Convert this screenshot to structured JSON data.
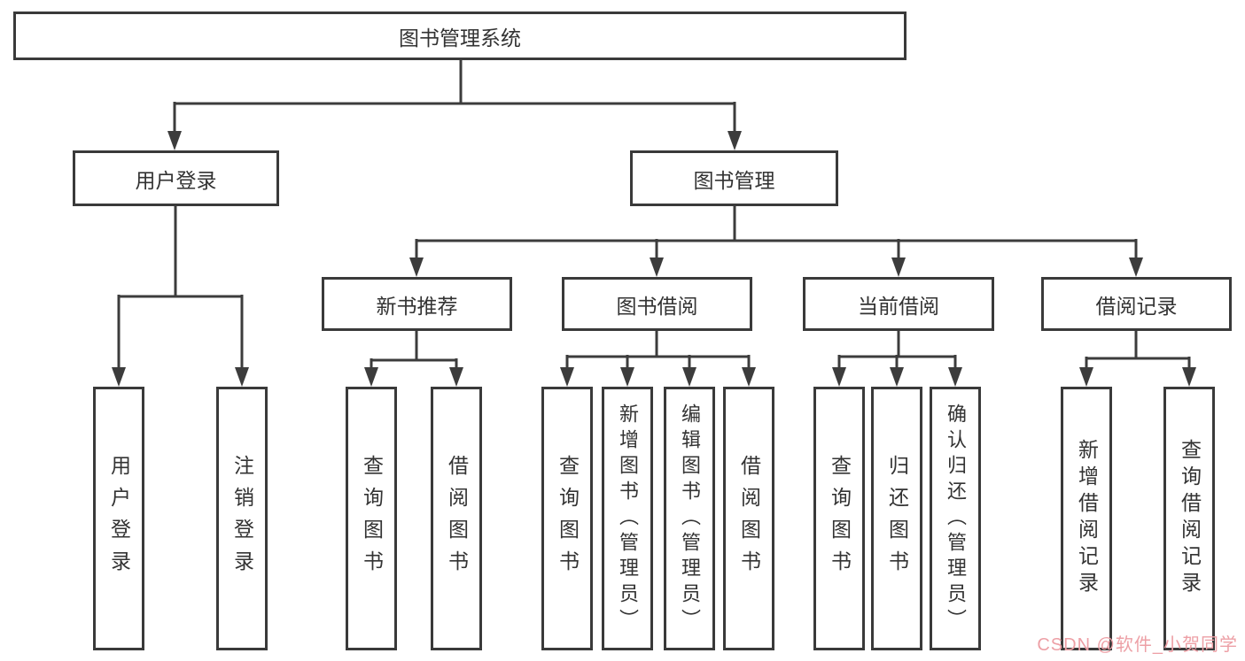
{
  "diagram": {
    "root": {
      "label": "图书管理系统"
    },
    "level1": [
      {
        "label": "用户登录"
      },
      {
        "label": "图书管理"
      }
    ],
    "level2": [
      {
        "label": "新书推荐",
        "parent": "图书管理"
      },
      {
        "label": "图书借阅",
        "parent": "图书管理"
      },
      {
        "label": "当前借阅",
        "parent": "图书管理"
      },
      {
        "label": "借阅记录",
        "parent": "图书管理"
      }
    ],
    "leaves": [
      {
        "label": "用户登录",
        "parent": "用户登录"
      },
      {
        "label": "注销登录",
        "parent": "用户登录"
      },
      {
        "label": "查询图书",
        "parent": "新书推荐"
      },
      {
        "label": "借阅图书",
        "parent": "新书推荐"
      },
      {
        "label": "查询图书",
        "parent": "图书借阅"
      },
      {
        "label": "新增图书（管理员）",
        "parent": "图书借阅"
      },
      {
        "label": "编辑图书（管理员）",
        "parent": "图书借阅"
      },
      {
        "label": "借阅图书",
        "parent": "图书借阅"
      },
      {
        "label": "查询图书",
        "parent": "当前借阅"
      },
      {
        "label": "归还图书",
        "parent": "当前借阅"
      },
      {
        "label": "确认归还（管理员）",
        "parent": "当前借阅"
      },
      {
        "label": "新增借阅记录",
        "parent": "借阅记录"
      },
      {
        "label": "查询借阅记录",
        "parent": "借阅记录"
      }
    ],
    "colors": {
      "line": "#3c3c3c",
      "node_border": "#3a3a3a",
      "text": "#333333",
      "background": "#ffffff",
      "watermark": "#eda0a6"
    }
  },
  "watermark": {
    "text": "CSDN @软件_小贺同学"
  }
}
